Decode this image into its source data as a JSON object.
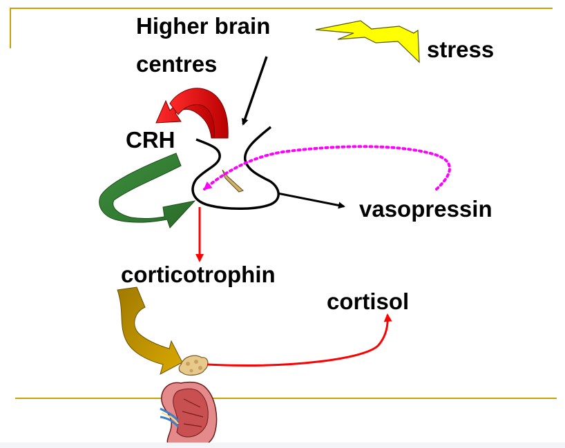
{
  "labels": {
    "higher_brain_line1": "Higher brain",
    "higher_brain_line2": "centres",
    "stress": "stress",
    "crh": "CRH",
    "vasopressin": "vasopressin",
    "corticotrophin": "corticotrophin",
    "cortisol": "cortisol"
  },
  "colors": {
    "rule_line": "#c8a000",
    "stress_bolt": "#ffff00",
    "crh_arrow": "#e00000",
    "feedback_arrow": "#2e7d32",
    "vasopressin_path": "#ff00ff",
    "hormone_arrows": "#ff0000",
    "corticotrophin_arrow": "#c89a00"
  }
}
